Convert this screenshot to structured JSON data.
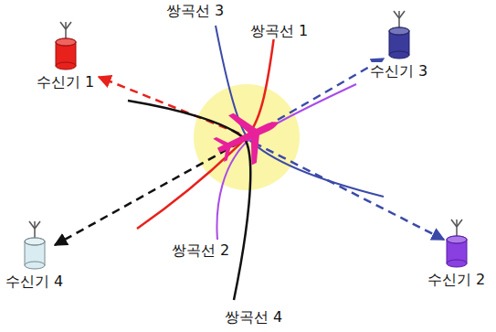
{
  "diagram": {
    "nodes": [
      {
        "text": [
          "수신기 1"
        ]
      },
      {
        "text": [
          "수신기 3"
        ]
      },
      {
        "text": [
          "수신기 4"
        ]
      },
      {
        "text": [
          "수신기 2"
        ]
      }
    ],
    "labels": [
      "쌍곡선 3",
      "쌍곡선 1",
      "쌍곡선 2",
      "쌍곡선 4"
    ]
  }
}
